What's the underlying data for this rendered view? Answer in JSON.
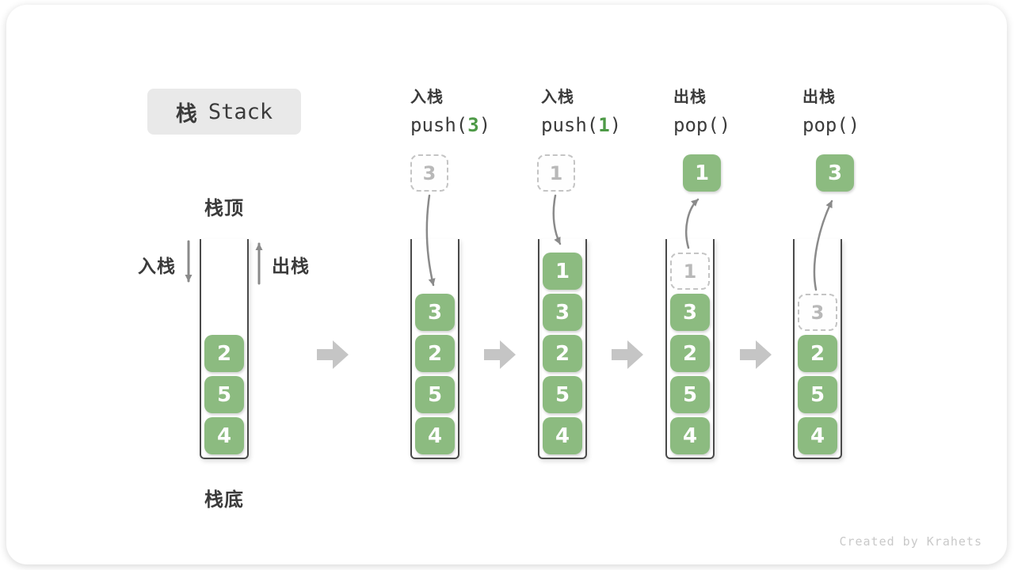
{
  "title": {
    "zh": "栈",
    "en": "Stack"
  },
  "side_labels": {
    "top": "栈顶",
    "bottom": "栈底",
    "push": "入栈",
    "pop": "出栈"
  },
  "watermark": "Created by Krahets",
  "colors": {
    "block_green": "#8cbb80",
    "code_arg_green": "#4e9a47",
    "text_dark": "#3b3b3b",
    "wall_dark": "#4a4a4a",
    "thin_arrow": "#8a8a8a",
    "big_arrow": "#c5c5c5",
    "ghost_border": "#c4c4c4",
    "ghost_text": "#b8b8b8",
    "title_bg": "#e9e9e9",
    "watermark_gray": "#c9c9c9"
  },
  "columns": [
    {
      "name": "initial",
      "header": null,
      "floating": null,
      "stack": [
        {
          "value": "2",
          "variant": "solid"
        },
        {
          "value": "5",
          "variant": "solid"
        },
        {
          "value": "4",
          "variant": "solid"
        }
      ]
    },
    {
      "name": "push-3",
      "header": {
        "label": "入栈",
        "code_pre": "push(",
        "code_arg": "3",
        "code_post": ")"
      },
      "floating": {
        "value": "3",
        "variant": "ghost"
      },
      "stack": [
        {
          "value": "3",
          "variant": "solid"
        },
        {
          "value": "2",
          "variant": "solid"
        },
        {
          "value": "5",
          "variant": "solid"
        },
        {
          "value": "4",
          "variant": "solid"
        }
      ]
    },
    {
      "name": "push-1",
      "header": {
        "label": "入栈",
        "code_pre": "push(",
        "code_arg": "1",
        "code_post": ")"
      },
      "floating": {
        "value": "1",
        "variant": "ghost"
      },
      "stack": [
        {
          "value": "1",
          "variant": "solid"
        },
        {
          "value": "3",
          "variant": "solid"
        },
        {
          "value": "2",
          "variant": "solid"
        },
        {
          "value": "5",
          "variant": "solid"
        },
        {
          "value": "4",
          "variant": "solid"
        }
      ]
    },
    {
      "name": "pop-1",
      "header": {
        "label": "出栈",
        "code_pre": "pop()",
        "code_arg": "",
        "code_post": ""
      },
      "floating": {
        "value": "1",
        "variant": "solid"
      },
      "stack": [
        {
          "value": "1",
          "variant": "ghost"
        },
        {
          "value": "3",
          "variant": "solid"
        },
        {
          "value": "2",
          "variant": "solid"
        },
        {
          "value": "5",
          "variant": "solid"
        },
        {
          "value": "4",
          "variant": "solid"
        }
      ]
    },
    {
      "name": "pop-3",
      "header": {
        "label": "出栈",
        "code_pre": "pop()",
        "code_arg": "",
        "code_post": ""
      },
      "floating": {
        "value": "3",
        "variant": "solid"
      },
      "stack": [
        {
          "value": "3",
          "variant": "ghost"
        },
        {
          "value": "2",
          "variant": "solid"
        },
        {
          "value": "5",
          "variant": "solid"
        },
        {
          "value": "4",
          "variant": "solid"
        }
      ]
    }
  ]
}
